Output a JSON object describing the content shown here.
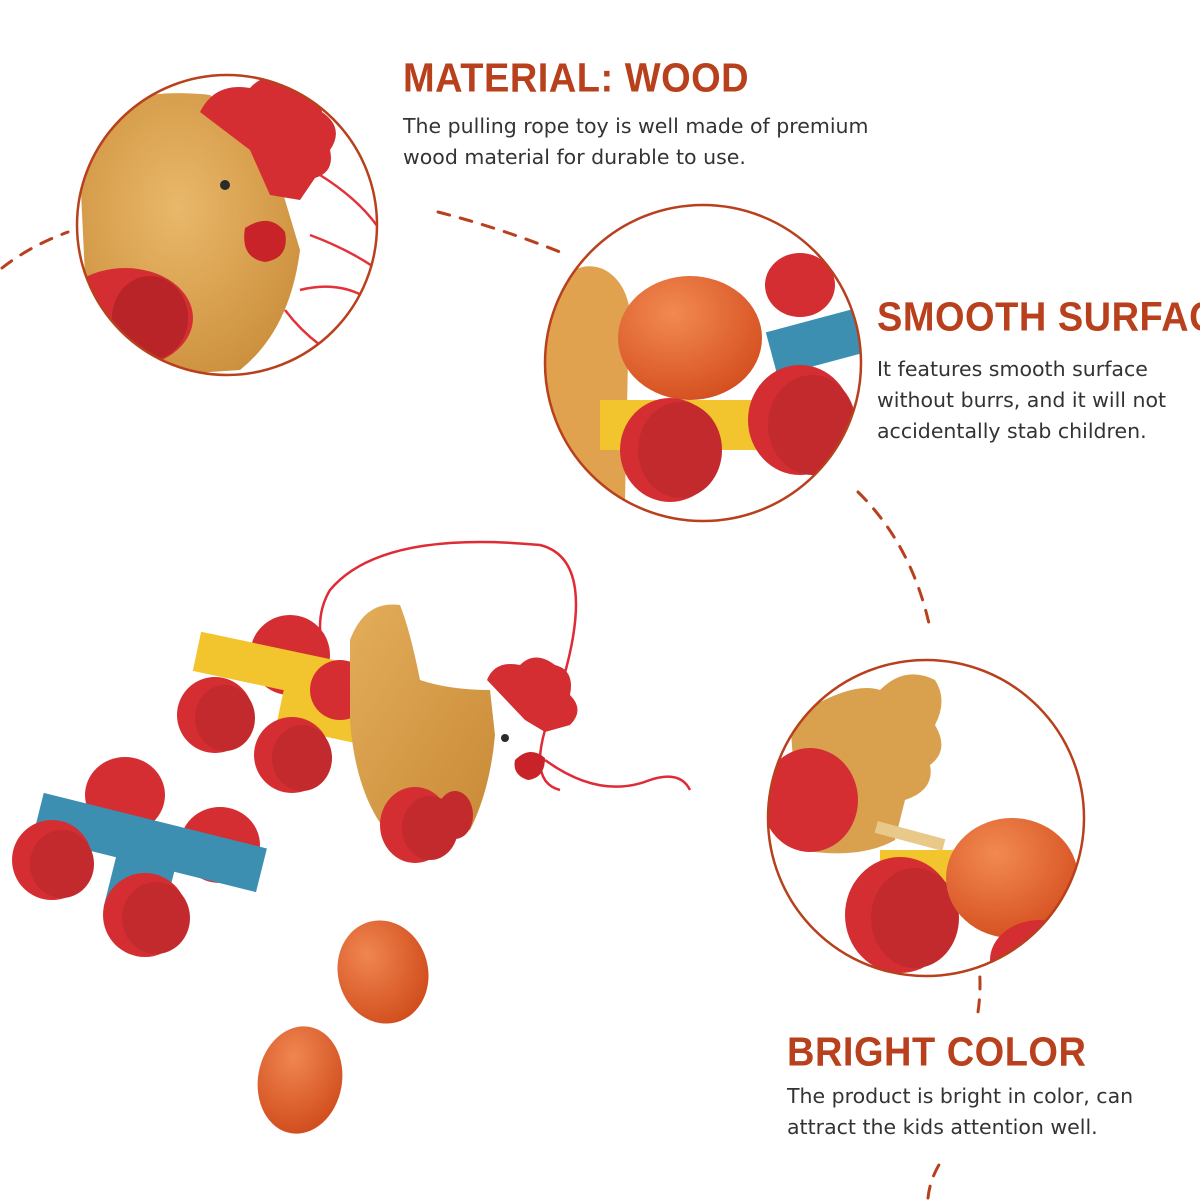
{
  "features": [
    {
      "title": "MATERIAL: WOOD",
      "description": "The pulling rope toy is well made of premium wood material for durable to use."
    },
    {
      "title": "SMOOTH SURFACE",
      "description": "It features smooth surface without burrs, and it will not accidentally stab children."
    },
    {
      "title": "BRIGHT COLOR",
      "description": "The product is bright in color, can attract the kids attention well."
    }
  ],
  "colors": {
    "accent": "#b8401c",
    "text": "#333333",
    "wood": "#d9a04e",
    "red": "#d42e32",
    "blue": "#3d8fb2",
    "yellow": "#f2c42e",
    "egg": "#e5622c"
  },
  "product": "wooden hen pull-along toy with cart and eggs"
}
